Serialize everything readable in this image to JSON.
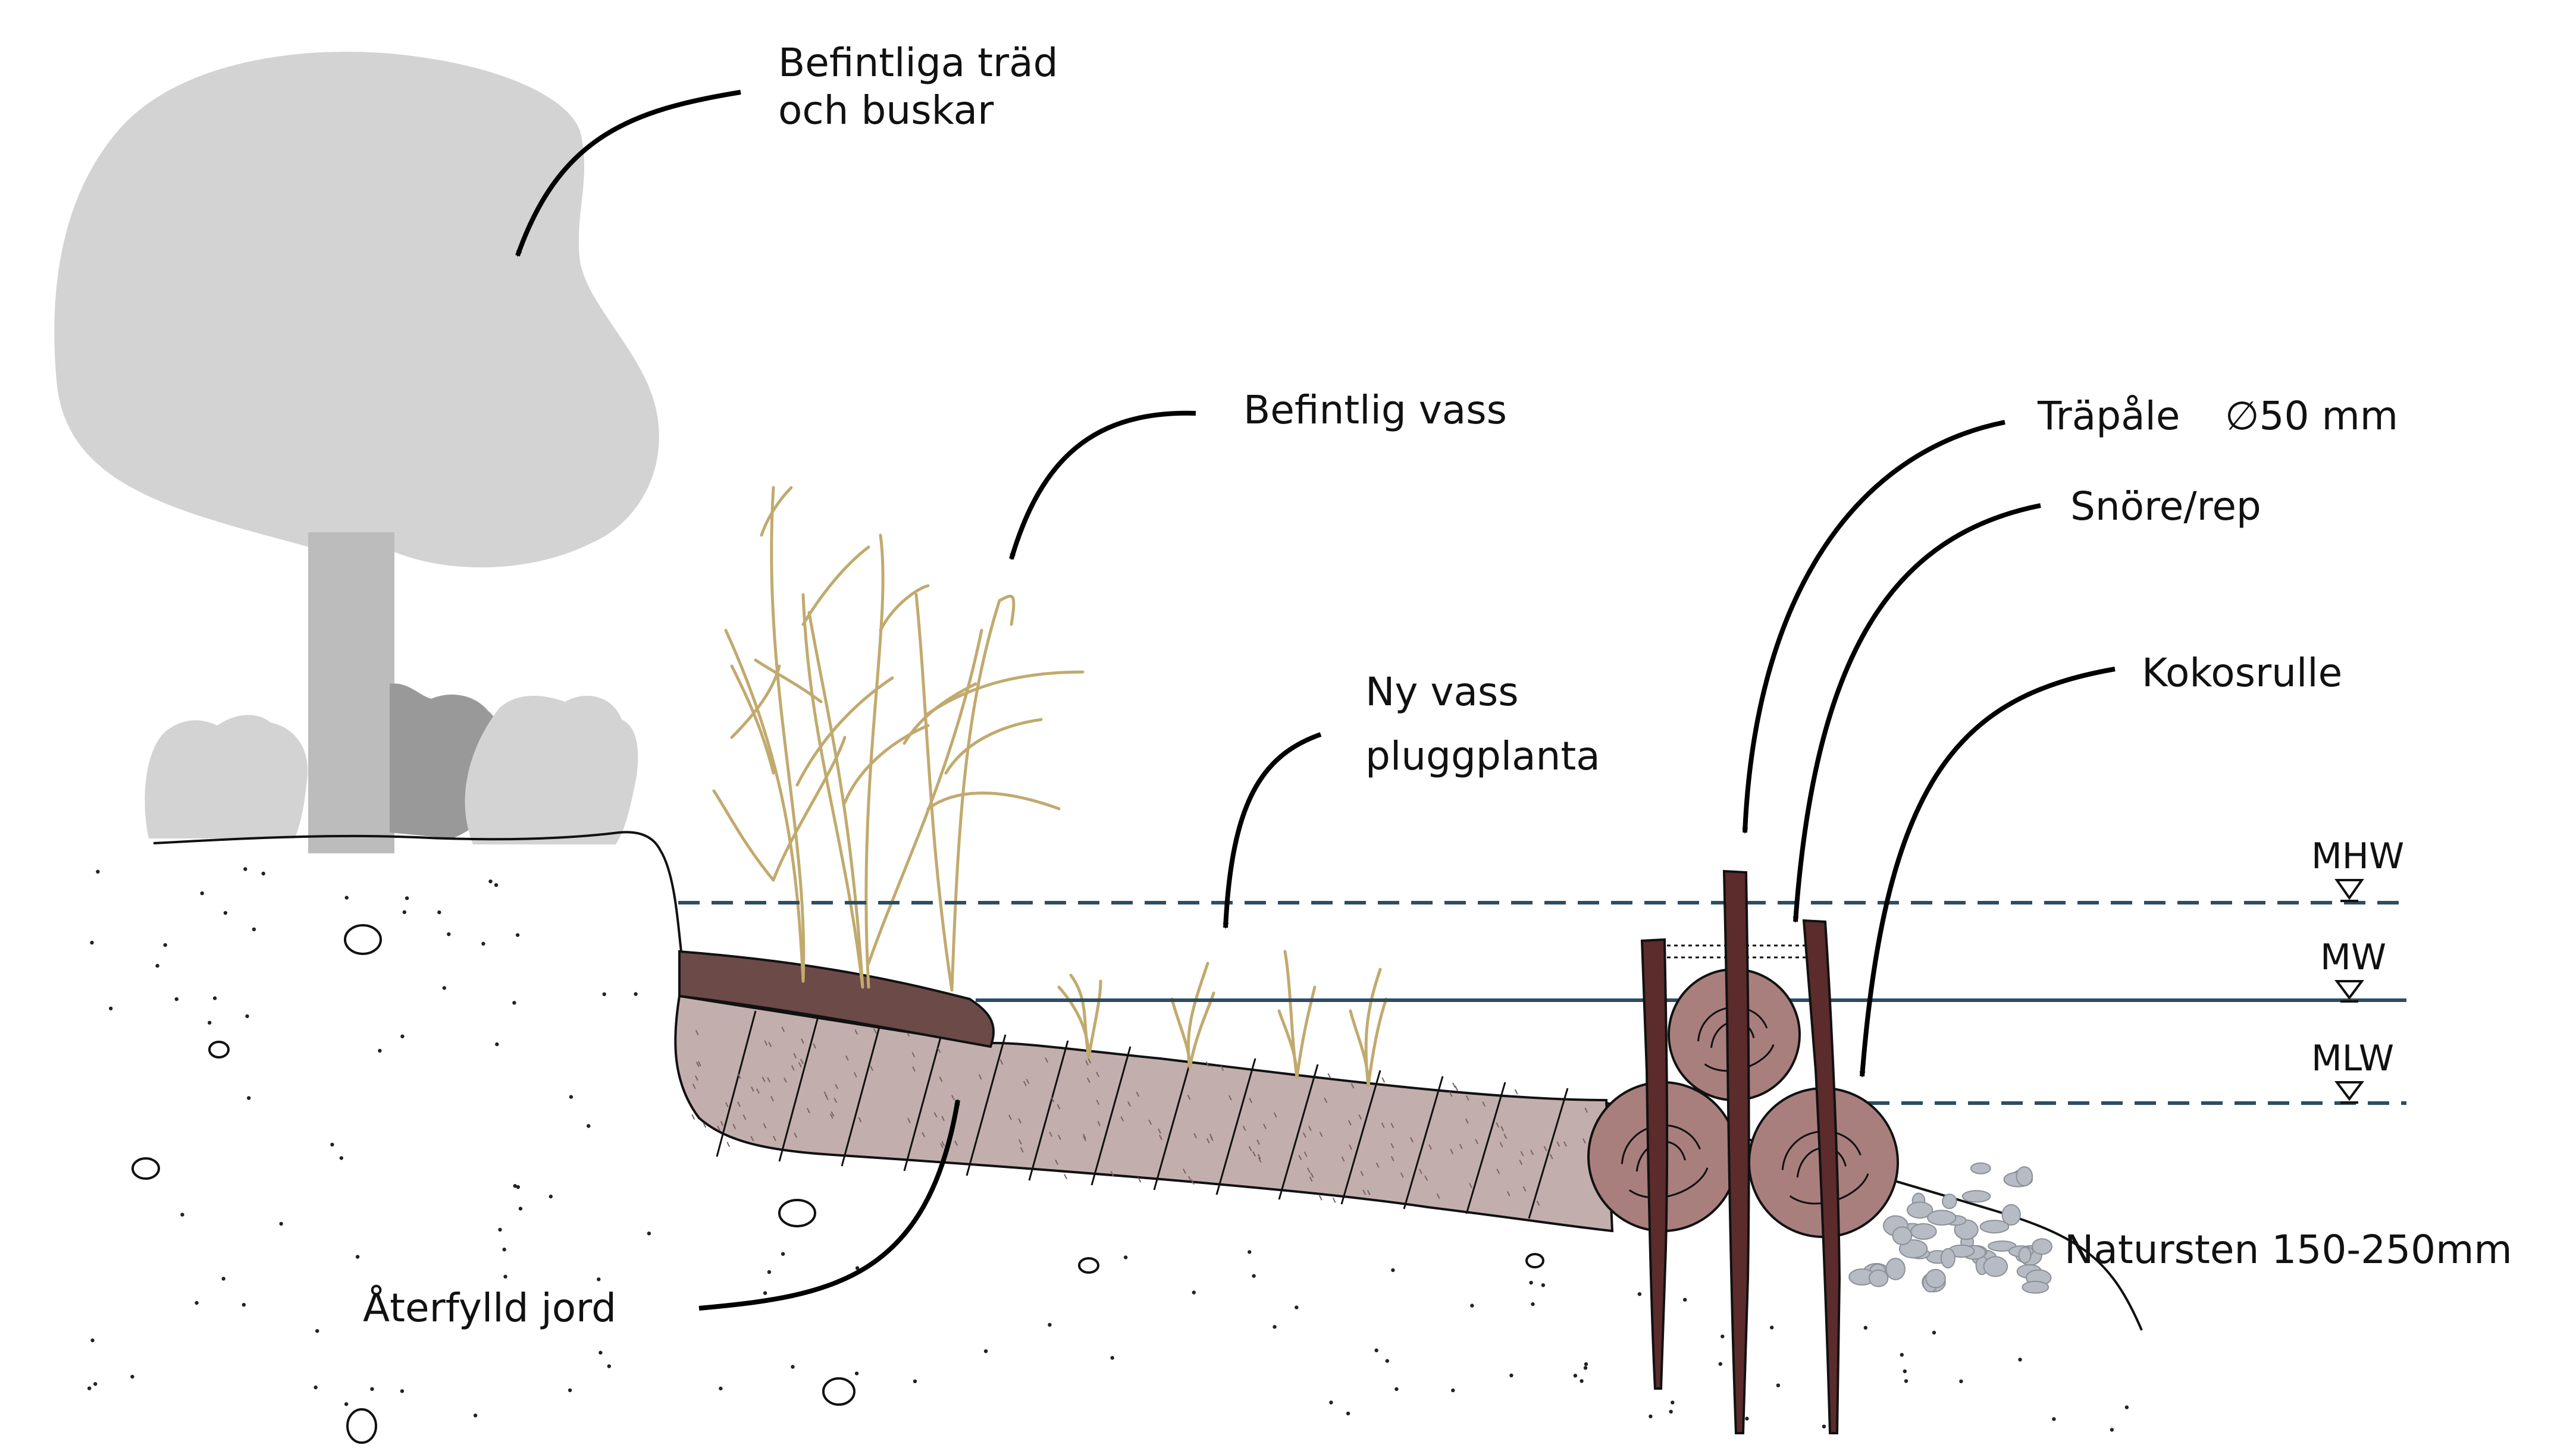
{
  "labels": {
    "trees_line1": "Befintliga träd",
    "trees_line2": "och buskar",
    "reed": "Befintlig vass",
    "new_reed_line1": "Ny vass",
    "new_reed_line2": "pluggplanta",
    "stake": "Träpåle",
    "stake_dim": "∅50 mm",
    "rope": "Snöre/rep",
    "coir_roll": "Kokosrulle",
    "stones": "Natursten 150-250mm",
    "backfill": "Återfylld jord"
  },
  "water_levels": [
    {
      "name": "MHW",
      "line_style": "dashed"
    },
    {
      "name": "MW",
      "line_style": "solid"
    },
    {
      "name": "MLW",
      "line_style": "dashed"
    }
  ],
  "colors": {
    "tree_light": "#d3d3d3",
    "tree_trunk": "#bcbcbc",
    "bush_dark": "#999999",
    "soil_mound": "#6b4a47",
    "backfill_fill": "#c3aeae",
    "reed": "#c1aa6e",
    "coir": "#a97f7e",
    "stake": "#5c2b2b",
    "water_line": "#2d4d62",
    "stones": "#b6bbc4",
    "outline": "#111111"
  }
}
